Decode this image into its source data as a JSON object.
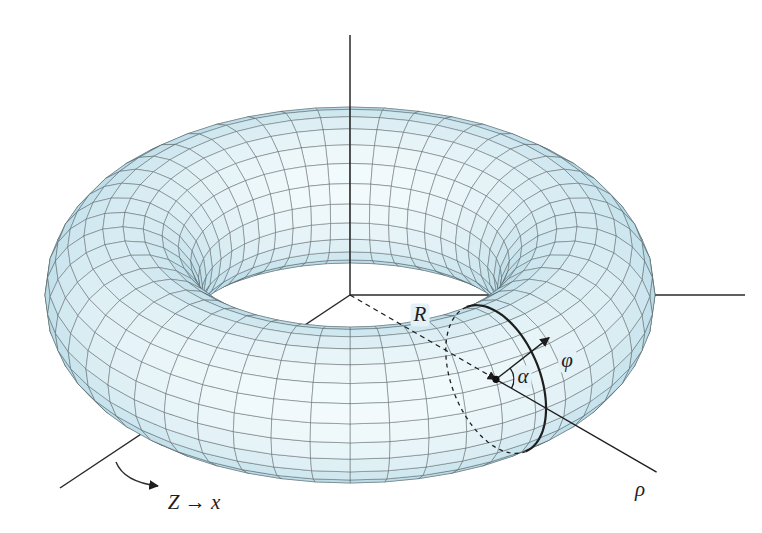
{
  "diagram": {
    "labels": [
      "R",
      "φ",
      "α",
      "ρ",
      "Z → x"
    ]
  }
}
